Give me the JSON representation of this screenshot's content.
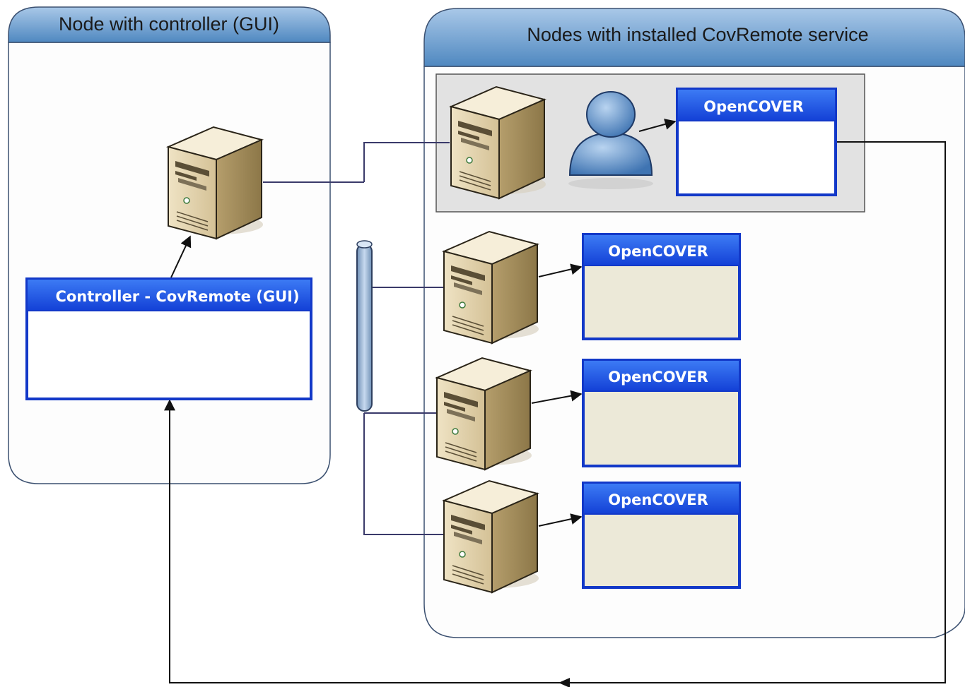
{
  "containers": {
    "controller_node": {
      "title": "Node with controller (GUI)"
    },
    "service_nodes": {
      "title": "Nodes with installed CovRemote service"
    }
  },
  "controller_window": {
    "title": "Controller - CovRemote (GUI)"
  },
  "opencover_windows": [
    {
      "title": "OpenCOVER",
      "highlighted": true
    },
    {
      "title": "OpenCOVER"
    },
    {
      "title": "OpenCOVER"
    },
    {
      "title": "OpenCOVER"
    }
  ],
  "colors": {
    "container_header": "#5f96c8",
    "window_header": "#1c55e0",
    "window_border": "#1238c8",
    "link_line": "#3a3a6a",
    "bus": "#9ab6d8",
    "user": "#4a7fbf"
  }
}
